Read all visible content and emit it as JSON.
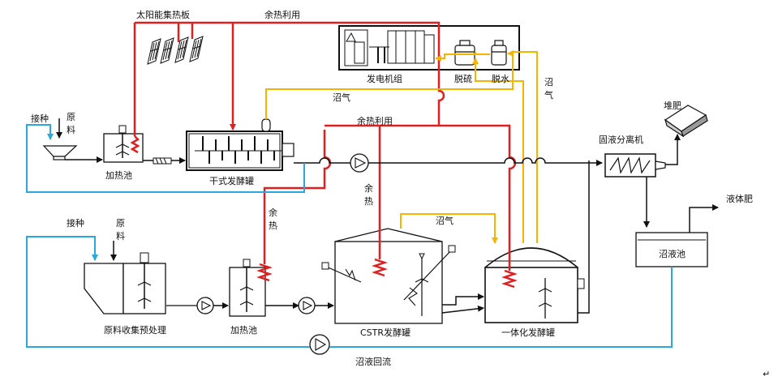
{
  "colors": {
    "heat": "#e02020",
    "biogas": "#f5b400",
    "reflux": "#29a8e0",
    "process": "#111111"
  },
  "labels": {
    "solar_panel": "太阳能集热板",
    "waste_heat_top": "余热利用",
    "waste_heat_mid": "余热利用",
    "generator_set": "发电机组",
    "desulfurization": "脱硫",
    "dehydration": "脱水",
    "biogas_left": "沼气",
    "biogas_right_1": "沼",
    "biogas_right_2": "气",
    "biogas_mid": "沼气",
    "compost": "堆肥",
    "separator": "固液分离机",
    "liquid_fertilizer": "液体肥",
    "slurry_pool": "沼液池",
    "slurry_reflux": "沼液回流",
    "inoculum_top": "接种",
    "raw_top_1": "原",
    "raw_top_2": "料",
    "heating_pool_top": "加热池",
    "dry_fermenter": "干式发酵罐",
    "residual_heat_1": "余",
    "residual_heat_2": "热",
    "waste_heat_vert_1": "余",
    "waste_heat_vert_2": "热",
    "inoculum_bottom": "接种",
    "raw_bottom_1": "原",
    "raw_bottom_2": "料",
    "pretreatment": "原料收集预处理",
    "heating_pool_bottom": "加热池",
    "cstr_fermenter": "CSTR发酵罐",
    "integrated_fermenter": "一体化发酵罐",
    "corner_mark": "↵"
  }
}
